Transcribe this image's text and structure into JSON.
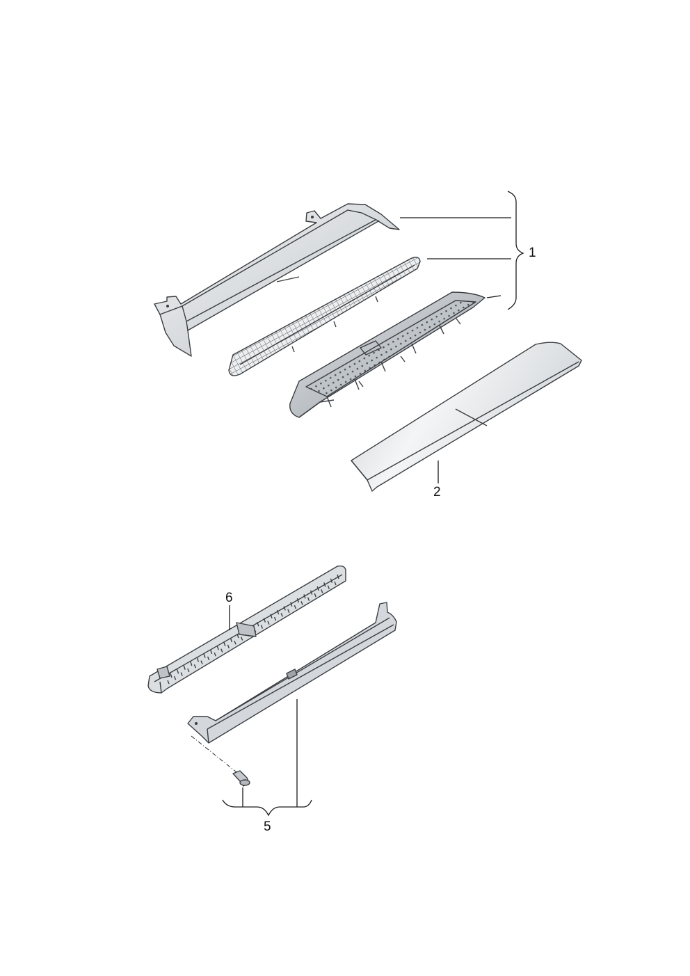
{
  "callouts": {
    "part_1": "1",
    "part_2": "2",
    "part_5": "5",
    "part_6": "6"
  }
}
